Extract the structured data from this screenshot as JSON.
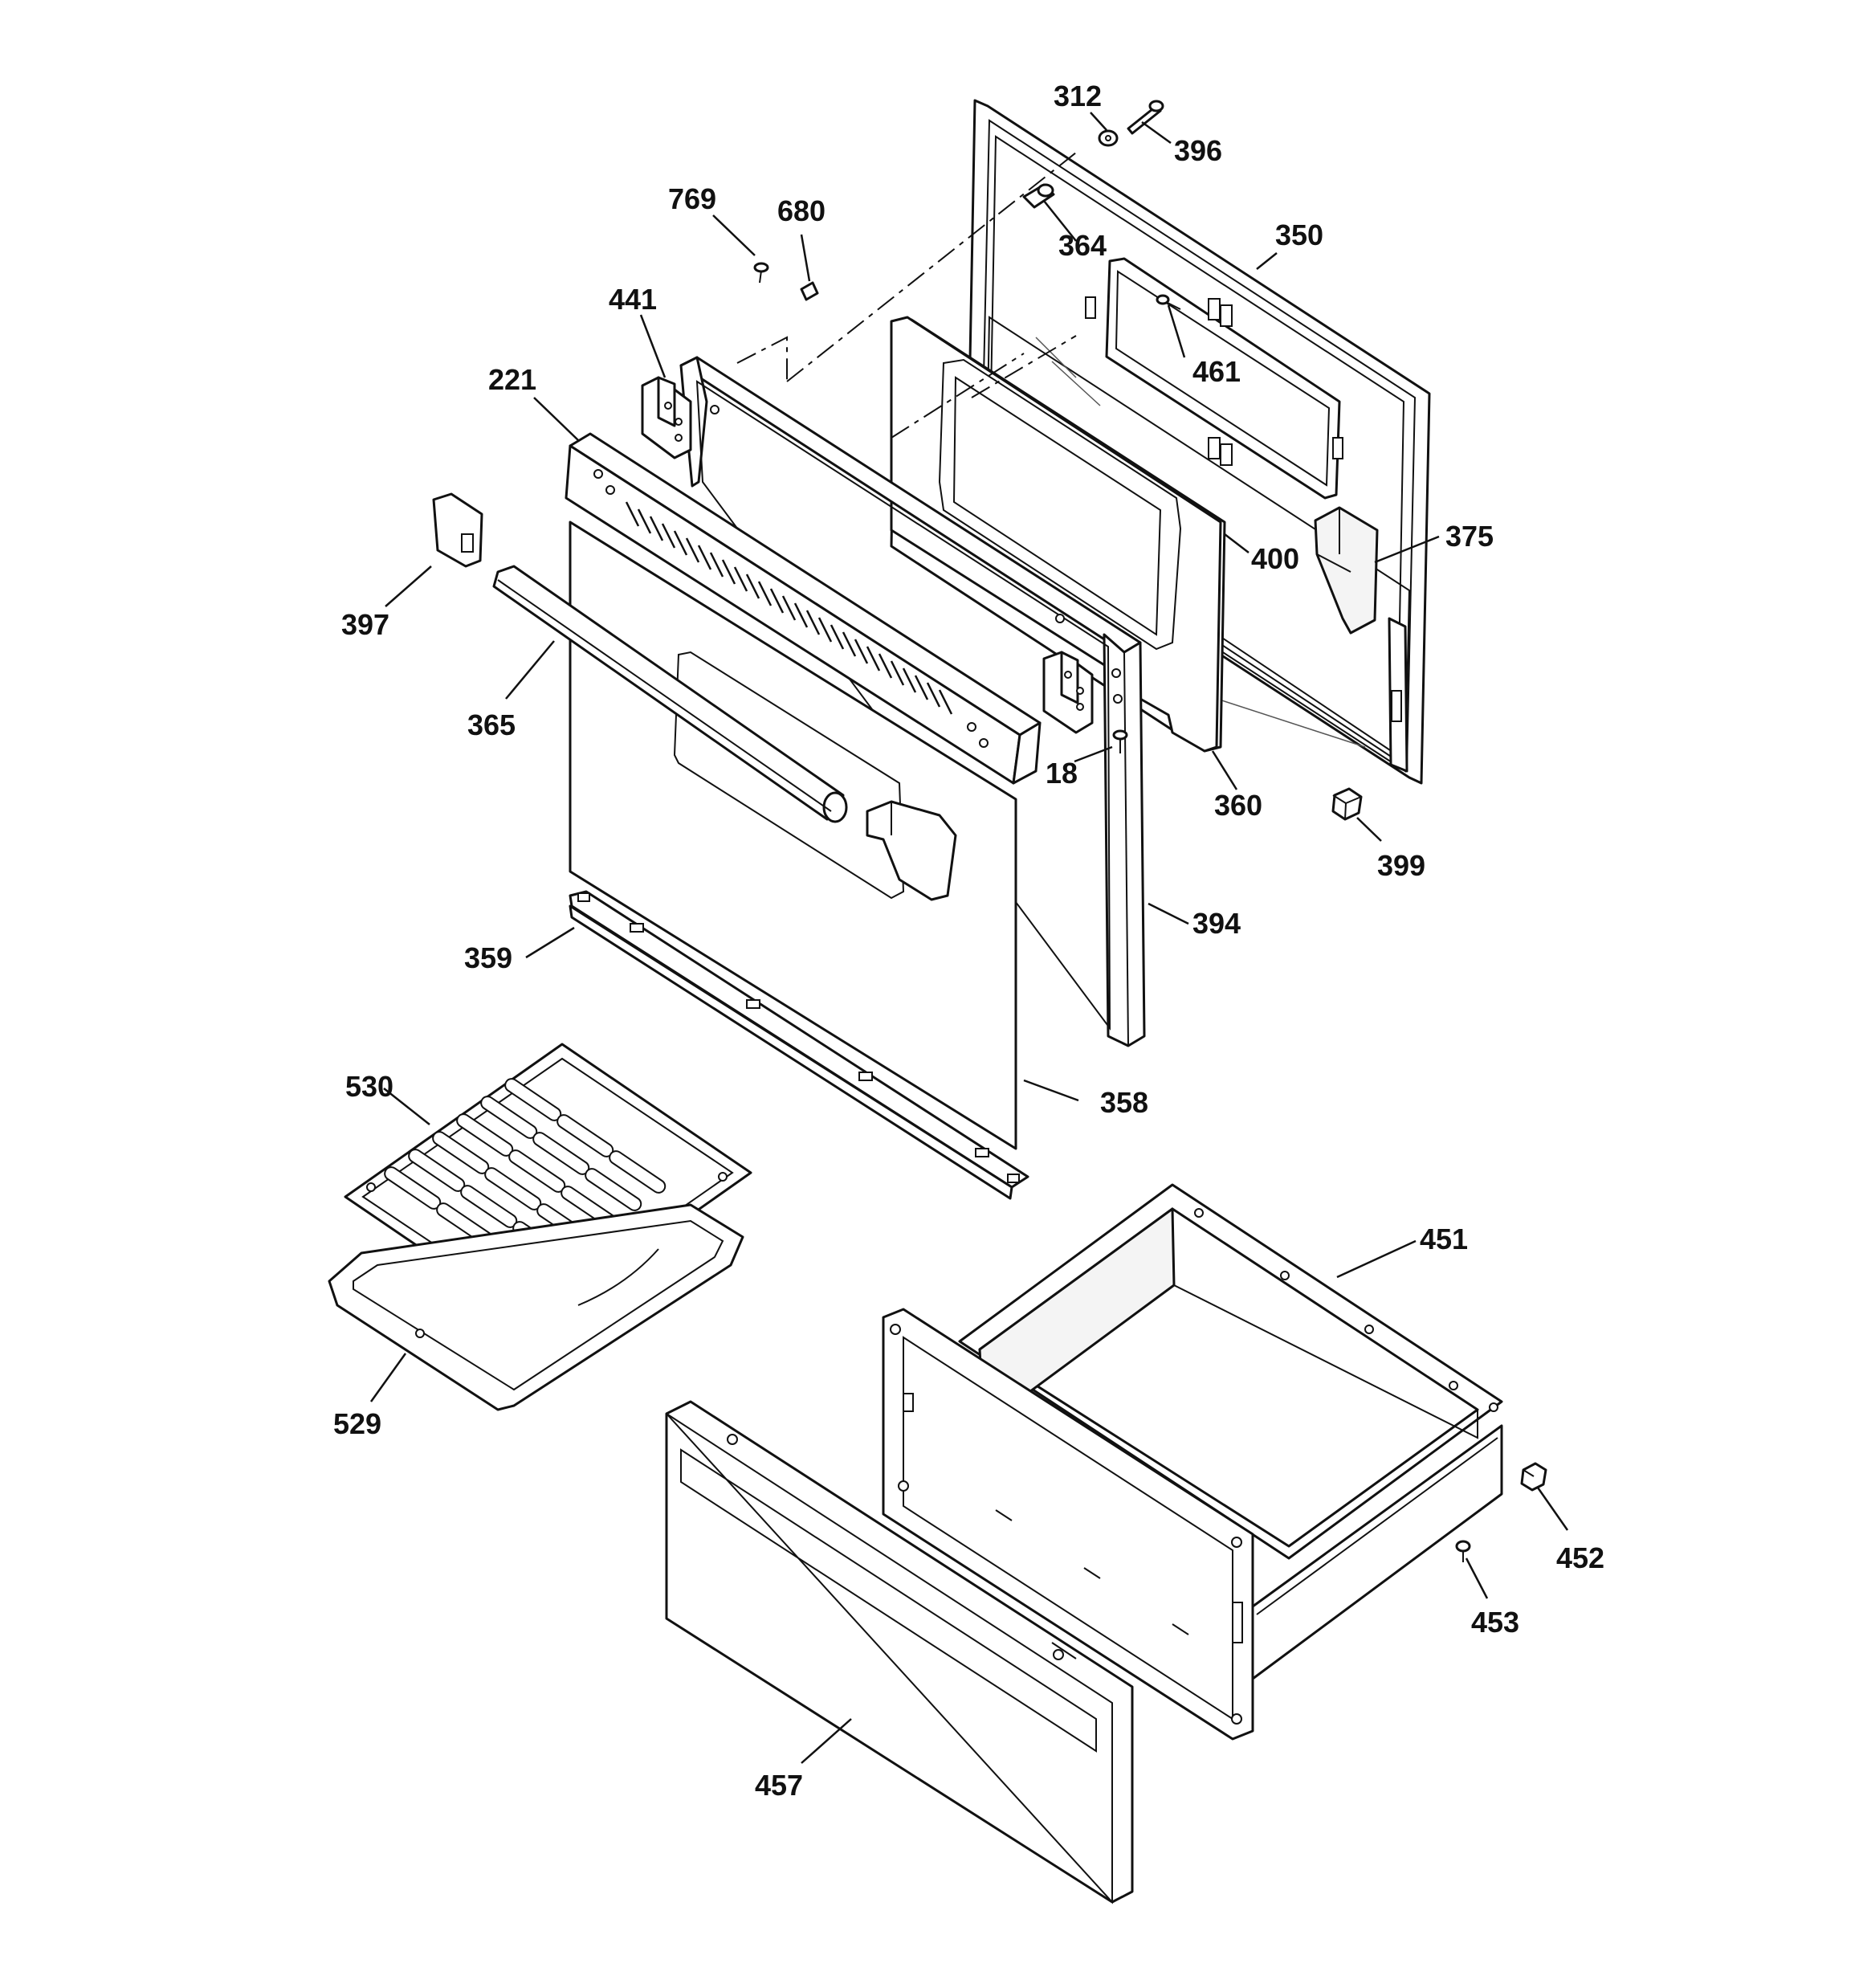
{
  "callouts": {
    "c312": "312",
    "c396": "396",
    "c769": "769",
    "c680": "680",
    "c364": "364",
    "c350": "350",
    "c441": "441",
    "c461": "461",
    "c221": "221",
    "c375": "375",
    "c400": "400",
    "c397": "397",
    "c365": "365",
    "c18": "18",
    "c360": "360",
    "c399": "399",
    "c394": "394",
    "c359": "359",
    "c530": "530",
    "c358": "358",
    "c451": "451",
    "c529": "529",
    "c452": "452",
    "c453": "453",
    "c457": "457"
  },
  "colors": {
    "line": "#111111",
    "background": "#ffffff"
  }
}
